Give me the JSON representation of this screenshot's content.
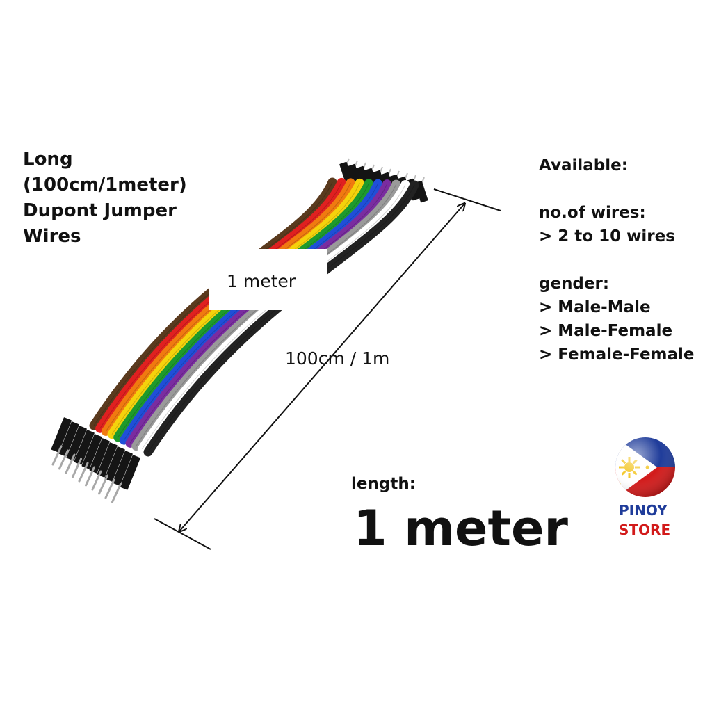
{
  "product": {
    "title_lines": [
      "Long",
      "(100cm/1meter)",
      "Dupont Jumper",
      "Wires"
    ]
  },
  "availability": {
    "heading": "Available:",
    "wires_heading": "no.of wires:",
    "wires_items": [
      "> 2 to 10 wires"
    ],
    "gender_heading": "gender:",
    "gender_items": [
      "> Male-Male",
      "> Male-Female",
      "> Female-Female"
    ]
  },
  "annotations": {
    "cable_label": "1 meter",
    "dimension_label": "100cm / 1m",
    "length_heading": "length:",
    "length_value": "1 meter"
  },
  "logo": {
    "line1": "PINOY",
    "line2": "STORE"
  },
  "colors": {
    "background": "#ffffff",
    "text": "#111111",
    "logo_blue": "#1f3c9a",
    "logo_red": "#d21a1a",
    "flag_yellow": "#f3c623",
    "wire_colors": [
      "#5a3a1e",
      "#e02020",
      "#f07a10",
      "#f5d20c",
      "#1e9a2c",
      "#1f4fd8",
      "#7a2ca0",
      "#9a9a9a",
      "#ffffff",
      "#222222"
    ]
  },
  "icons": {
    "logo": "philippine-flag-globe-icon",
    "arrow": "double-headed-dimension-arrow-icon"
  }
}
